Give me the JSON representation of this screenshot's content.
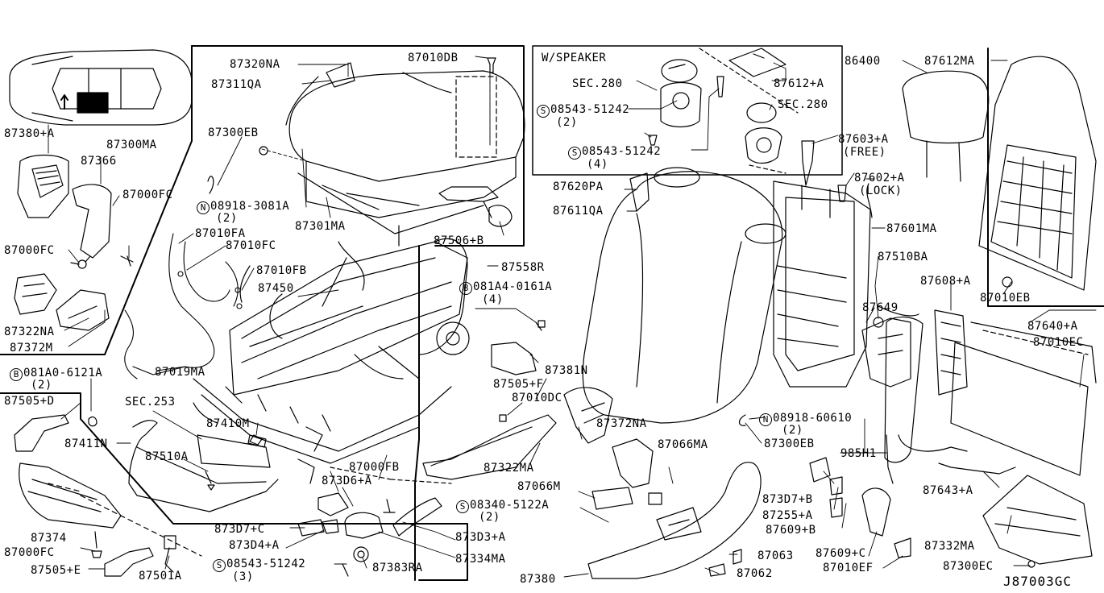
{
  "diagram_code": "J87003GC",
  "boxes": {
    "speaker_title": "W/SPEAKER"
  },
  "labels": {
    "l87380a": "87380+A",
    "l87300ma": "87300MA",
    "l87366": "87366",
    "l87000fc_1": "87000FC",
    "l87000fc_2": "87000FC",
    "l87000fc_3": "87000FC",
    "l87322na": "87322NA",
    "l87372m": "87372M",
    "l87320na": "87320NA",
    "l87311qa": "87311QA",
    "l87300eb_1": "87300EB",
    "l87300eb_2": "87300EB",
    "l08918_3081a": "08918-3081A",
    "l08918_3081a_q": "(2)",
    "l87301ma": "87301MA",
    "l87010db": "87010DB",
    "l87506b": "87506+B",
    "l87010fa": "87010FA",
    "l87010fc": "87010FC",
    "l87010fb": "87010FB",
    "l87450": "87450",
    "l87019ma": "87019MA",
    "l081a0_6121a": "081A0-6121A",
    "l081a0_6121a_q": "(2)",
    "l87505d": "87505+D",
    "lsec253": "SEC.253",
    "l87410m": "87410M",
    "l87411n": "87411N",
    "l87510a": "87510A",
    "l87374": "87374",
    "l87505e": "87505+E",
    "l87501a": "87501A",
    "l87558r": "87558R",
    "l081a4_0161a": "081A4-0161A",
    "l081a4_0161a_q": "(4)",
    "l87505f": "87505+F",
    "l87381n": "87381N",
    "l87010dc": "87010DC",
    "l87322ma": "87322MA",
    "l87372na": "87372NA",
    "l87066ma": "87066MA",
    "l87066m": "87066M",
    "l87000fb": "87000FB",
    "l873d6a": "873D6+A",
    "l873d7c": "873D7+C",
    "l873d4a": "873D4+A",
    "l08543_51242_b": "08543-51242",
    "l08543_51242_b_q": "(3)",
    "l87383ra": "87383RA",
    "l87334ma": "87334MA",
    "l873d3a": "873D3+A",
    "l08340_5122a": "08340-5122A",
    "l08340_5122a_q": "(2)",
    "l87380": "87380",
    "lsec280_1": "SEC.280",
    "lsec280_2": "SEC.280",
    "l08543_51242_1": "08543-51242",
    "l08543_51242_1_q": "(2)",
    "l08543_51242_2": "08543-51242",
    "l08543_51242_2_q": "(4)",
    "l87612a": "87612+A",
    "l87603a": "87603+A",
    "l87603a_q": "(FREE)",
    "l87602a": "87602+A",
    "l87602a_q": "(LOCK)",
    "l87620pa": "87620PA",
    "l87611qa": "87611QA",
    "l87601ma": "87601MA",
    "l87510ba": "87510BA",
    "l87649": "87649",
    "l08918_60610": "08918-60610",
    "l08918_60610_q": "(2)",
    "l985h1": "985H1",
    "l873d7b": "873D7+B",
    "l87255a": "87255+A",
    "l87609b": "87609+B",
    "l87609c": "87609+C",
    "l87010ef": "87010EF",
    "l87063": "87063",
    "l87062": "87062",
    "l86400": "86400",
    "l87612ma": "87612MA",
    "l87608a": "87608+A",
    "l87010eb": "87010EB",
    "l87640a": "87640+A",
    "l87010ec": "87010EC",
    "l87643a": "87643+A",
    "l87332ma": "87332MA",
    "l87300ec": "87300EC"
  },
  "circled_prefixes": {
    "N": "N",
    "B": "B",
    "S": "S"
  }
}
